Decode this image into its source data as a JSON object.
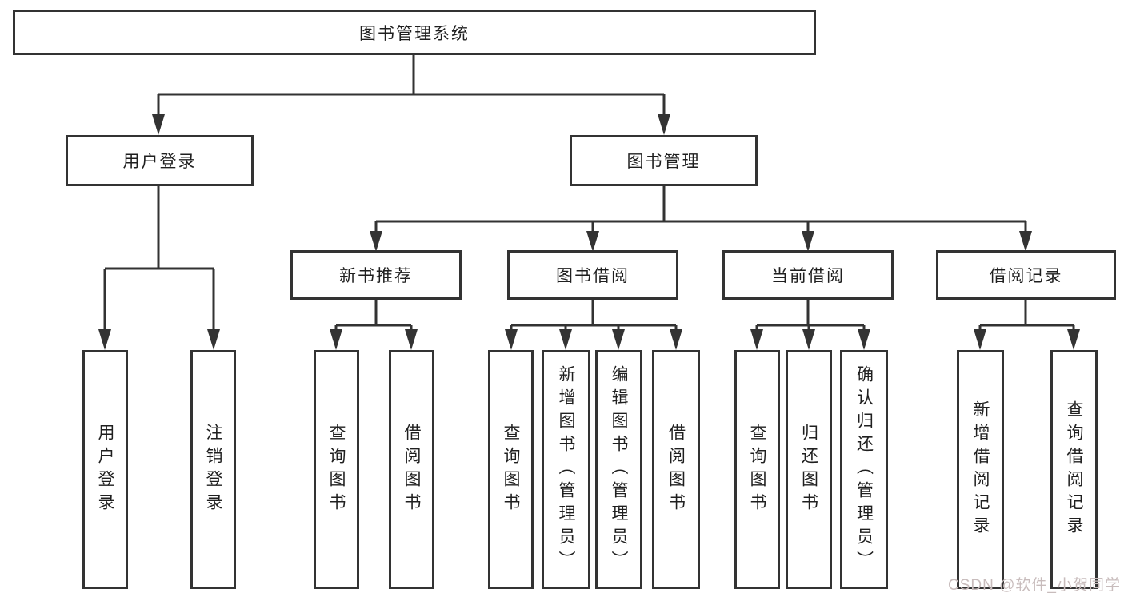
{
  "root": {
    "label": "图书管理系统"
  },
  "level2": [
    {
      "label": "用户登录"
    },
    {
      "label": "图书管理"
    }
  ],
  "level3": [
    {
      "label": "新书推荐"
    },
    {
      "label": "图书借阅"
    },
    {
      "label": "当前借阅"
    },
    {
      "label": "借阅记录"
    }
  ],
  "leaves": [
    {
      "label": "用户登录"
    },
    {
      "label": "注销登录"
    },
    {
      "label": "查询图书"
    },
    {
      "label": "借阅图书"
    },
    {
      "label": "查询图书"
    },
    {
      "label": "新增图书（管理员）"
    },
    {
      "label": "编辑图书（管理员）"
    },
    {
      "label": "借阅图书"
    },
    {
      "label": "查询图书"
    },
    {
      "label": "归还图书"
    },
    {
      "label": "确认归还（管理员）"
    },
    {
      "label": "新增借阅记录"
    },
    {
      "label": "查询借阅记录"
    }
  ],
  "watermark": "CSDN @软件_小贺同学",
  "colors": {
    "line": "#333333",
    "text": "#1f1f1f",
    "box_background": "#ffffff",
    "watermark": "#c8bcbc",
    "background": "#ffffff"
  }
}
